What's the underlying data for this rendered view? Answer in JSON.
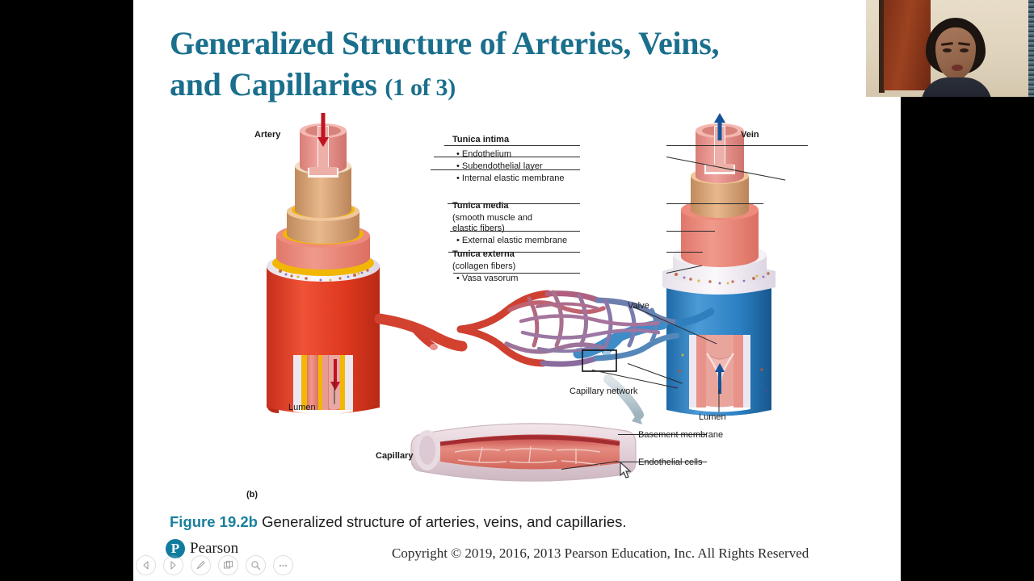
{
  "slide": {
    "title_line1": "Generalized Structure of Arteries, Veins,",
    "title_line2": "and Capillaries",
    "title_suffix": "(1 of 3)",
    "title_color": "#1a6f8c",
    "panel_marker": "(b)"
  },
  "diagram": {
    "vessel_labels": {
      "artery": "Artery",
      "vein": "Vein",
      "capillary": "Capillary",
      "artery_lumen": "Lumen",
      "vein_lumen": "Lumen",
      "valve": "Valve",
      "capillary_network": "Capillary network",
      "basement_membrane": "Basement membrane",
      "endothelial_cells": "Endothelial cells"
    },
    "layer_callouts": [
      {
        "heading": "Tunica intima",
        "sub": "",
        "bullets": [
          "Endothelium",
          "Subendothelial layer",
          "Internal elastic membrane"
        ]
      },
      {
        "heading": "Tunica media",
        "sub": "(smooth muscle and\nelastic fibers)",
        "bullets": [
          "External elastic membrane"
        ]
      },
      {
        "heading": "Tunica externa",
        "sub": "(collagen fibers)",
        "bullets": [
          "Vasa vasorum"
        ]
      }
    ],
    "colors": {
      "artery_wall": "#e03c26",
      "vein_wall": "#2b7fc4",
      "elastic_membrane": "#f2b705",
      "tunica_media": "#d9a273",
      "intima": "#ea8b86",
      "arrow_artery": "#c1121f",
      "arrow_vein": "#14539a"
    }
  },
  "caption": {
    "figure_number": "Figure 19.2b",
    "figure_text": " Generalized structure of arteries, veins, and capillaries."
  },
  "footer": {
    "copyright": "Copyright © 2019, 2016, 2013 Pearson Education, Inc. All Rights Reserved",
    "brand_mark": "P",
    "brand_name": "Pearson"
  },
  "toolbar": {
    "items": [
      {
        "name": "previous-slide-button",
        "icon": "triangle-left-icon"
      },
      {
        "name": "play-button",
        "icon": "triangle-right-icon"
      },
      {
        "name": "pen-annotate-button",
        "icon": "pen-icon"
      },
      {
        "name": "slide-overview-button",
        "icon": "slides-icon"
      },
      {
        "name": "zoom-search-button",
        "icon": "magnifier-icon"
      },
      {
        "name": "more-options-button",
        "icon": "ellipsis-icon"
      }
    ]
  }
}
